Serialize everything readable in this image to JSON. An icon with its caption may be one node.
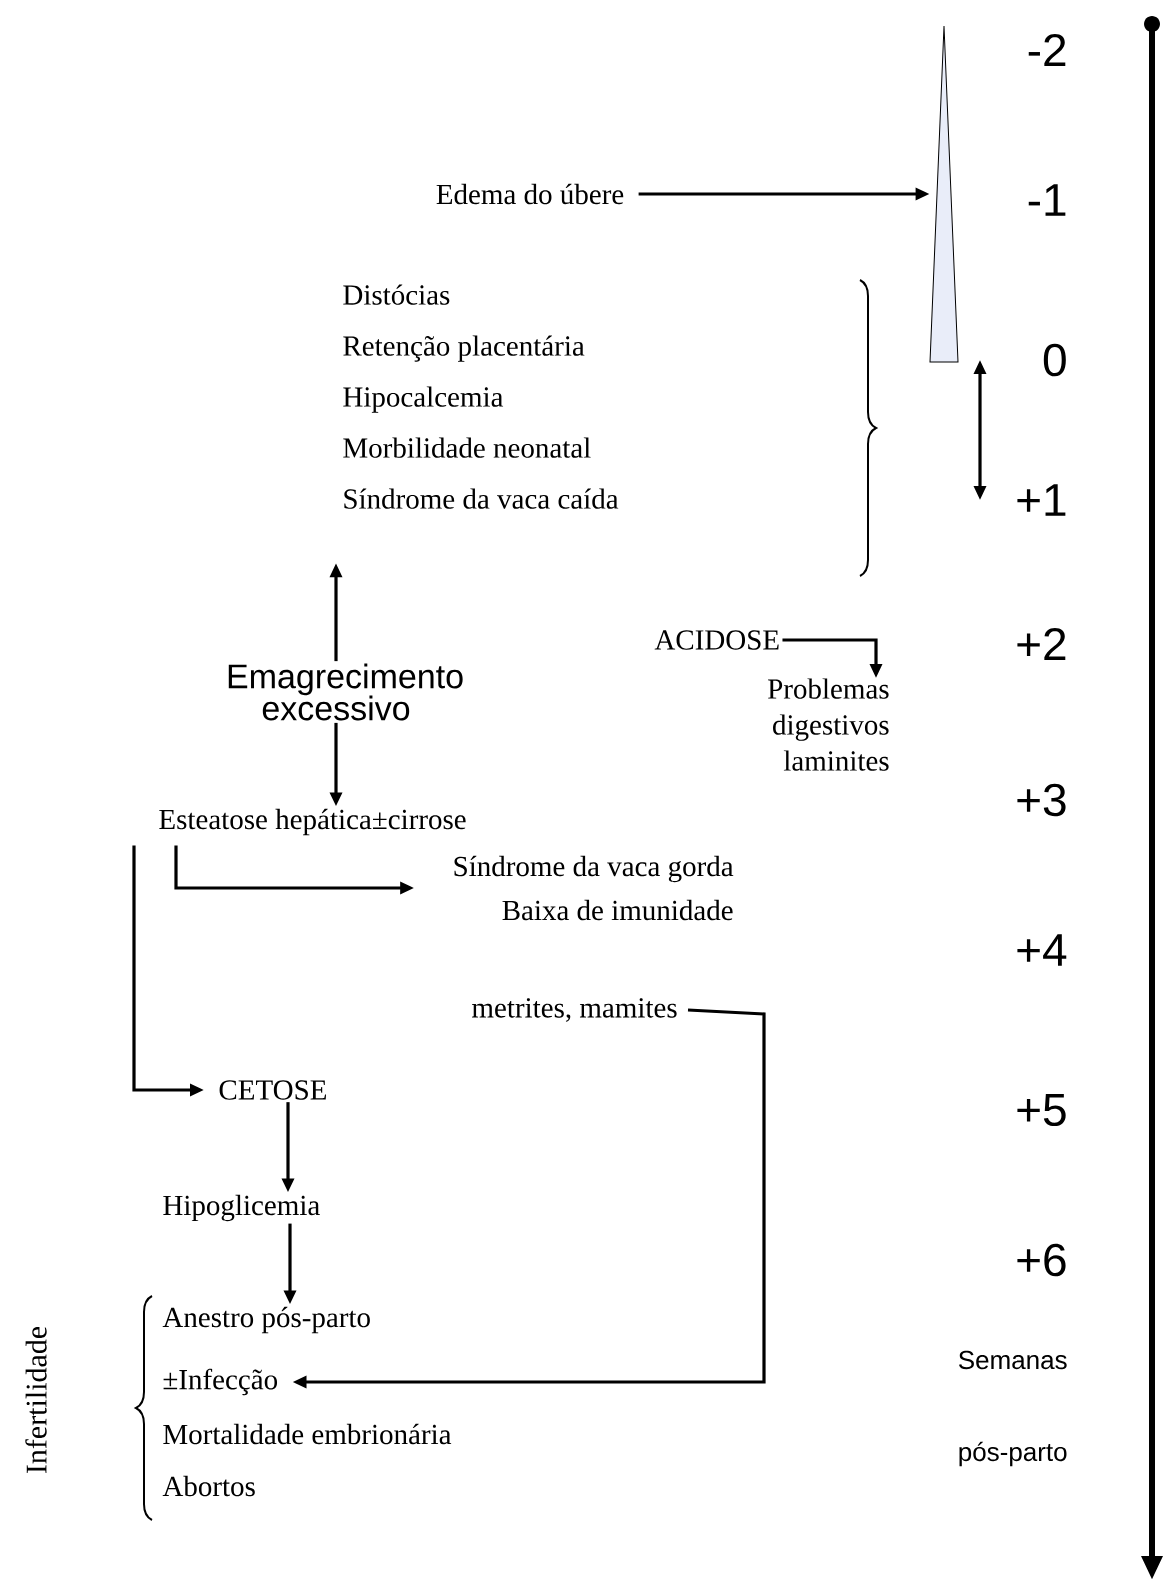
{
  "diagram": {
    "nodes": [
      {
        "text": [
          "Edema do úbere"
        ]
      },
      {
        "text": [],
        "shape": "triangle"
      },
      {
        "text": [
          "Distócias",
          "Retenção placentária",
          "Hipocalcemia",
          "Morbilidade neonatal",
          "Síndrome da vaca caída"
        ]
      },
      {
        "text": [
          "Emagrecimento excessivo"
        ]
      },
      {
        "text": [
          "Esteatose hepática±cirrose"
        ]
      },
      {
        "text": [
          "Síndrome da vaca gorda",
          "Baixa de imunidade"
        ]
      },
      {
        "text": [
          "ACIDOSE"
        ]
      },
      {
        "text": [
          "Problemas digestivos",
          "laminites"
        ]
      },
      {
        "text": [
          "metrites, mamites"
        ]
      },
      {
        "text": [
          "CETOSE"
        ]
      },
      {
        "text": [
          "Hipoglicemia"
        ]
      },
      {
        "text": [
          "Anestro pós-parto"
        ]
      },
      {
        "text": [
          "±Infecção"
        ]
      },
      {
        "text": [
          "Mortalidade embrionária"
        ]
      },
      {
        "text": [
          "Abortos"
        ]
      }
    ],
    "edges": [
      {
        "from": 0,
        "to": 1,
        "arrow": "to"
      },
      {
        "from": 3,
        "to": 2,
        "arrow": "to"
      },
      {
        "from": 3,
        "to": 4,
        "arrow": "to"
      },
      {
        "from": 4,
        "to": 5,
        "arrow": "to"
      },
      {
        "from": 6,
        "to": 7,
        "arrow": "to"
      },
      {
        "from": 4,
        "to": 9,
        "arrow": "to"
      },
      {
        "from": 9,
        "to": 10,
        "arrow": "to"
      },
      {
        "from": 10,
        "to": 11,
        "arrow": "to"
      },
      {
        "from": 8,
        "to": 12,
        "arrow": "to"
      }
    ],
    "labels": [
      "-2",
      "-1",
      "0",
      "+1",
      "+2",
      "+3",
      "+4",
      "+5",
      "+6",
      "Semanas",
      "pós-parto",
      "Infertilidade"
    ]
  }
}
